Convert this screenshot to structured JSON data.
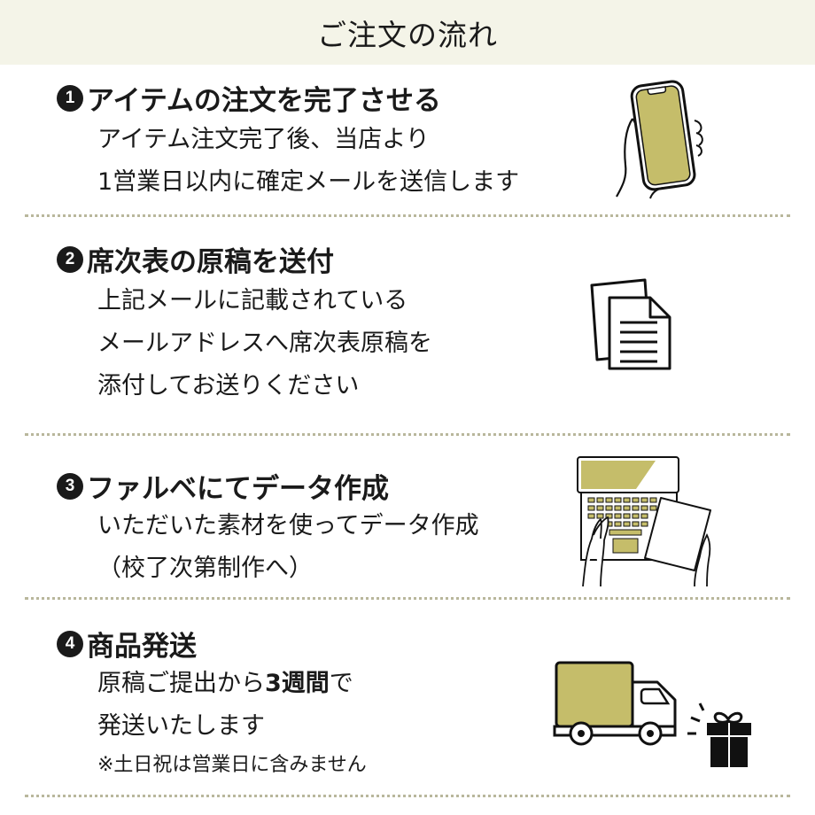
{
  "header": {
    "title": "ご注文の流れ"
  },
  "colors": {
    "accent": "#c5bd6a",
    "header_bg": "#f4f4e8",
    "divider": "#b9b79c",
    "text": "#1a1a1a"
  },
  "steps": [
    {
      "number": "1",
      "title": "アイテムの注文を完了させる",
      "lines": [
        "アイテム注文完了後、当店より",
        "1営業日以内に確定メールを送信します"
      ],
      "icon": "smartphone-in-hand-icon"
    },
    {
      "number": "2",
      "title": "席次表の原稿を送付",
      "lines": [
        "上記メールに記載されている",
        "メールアドレスへ席次表原稿を",
        "添付してお送りください"
      ],
      "icon": "documents-icon"
    },
    {
      "number": "3",
      "title": "ファルベにてデータ作成",
      "lines": [
        "いただいた素材を使ってデータ作成",
        "（校了次第制作へ）"
      ],
      "icon": "laptop-typing-icon"
    },
    {
      "number": "4",
      "title": "商品発送",
      "line1_prefix": "原稿ご提出から",
      "line1_bold": "3週間",
      "line1_suffix": "で",
      "line2": "発送いたします",
      "note": "※土日祝は営業日に含みません",
      "icon": "delivery-truck-icon",
      "icon2": "gift-box-icon"
    }
  ]
}
